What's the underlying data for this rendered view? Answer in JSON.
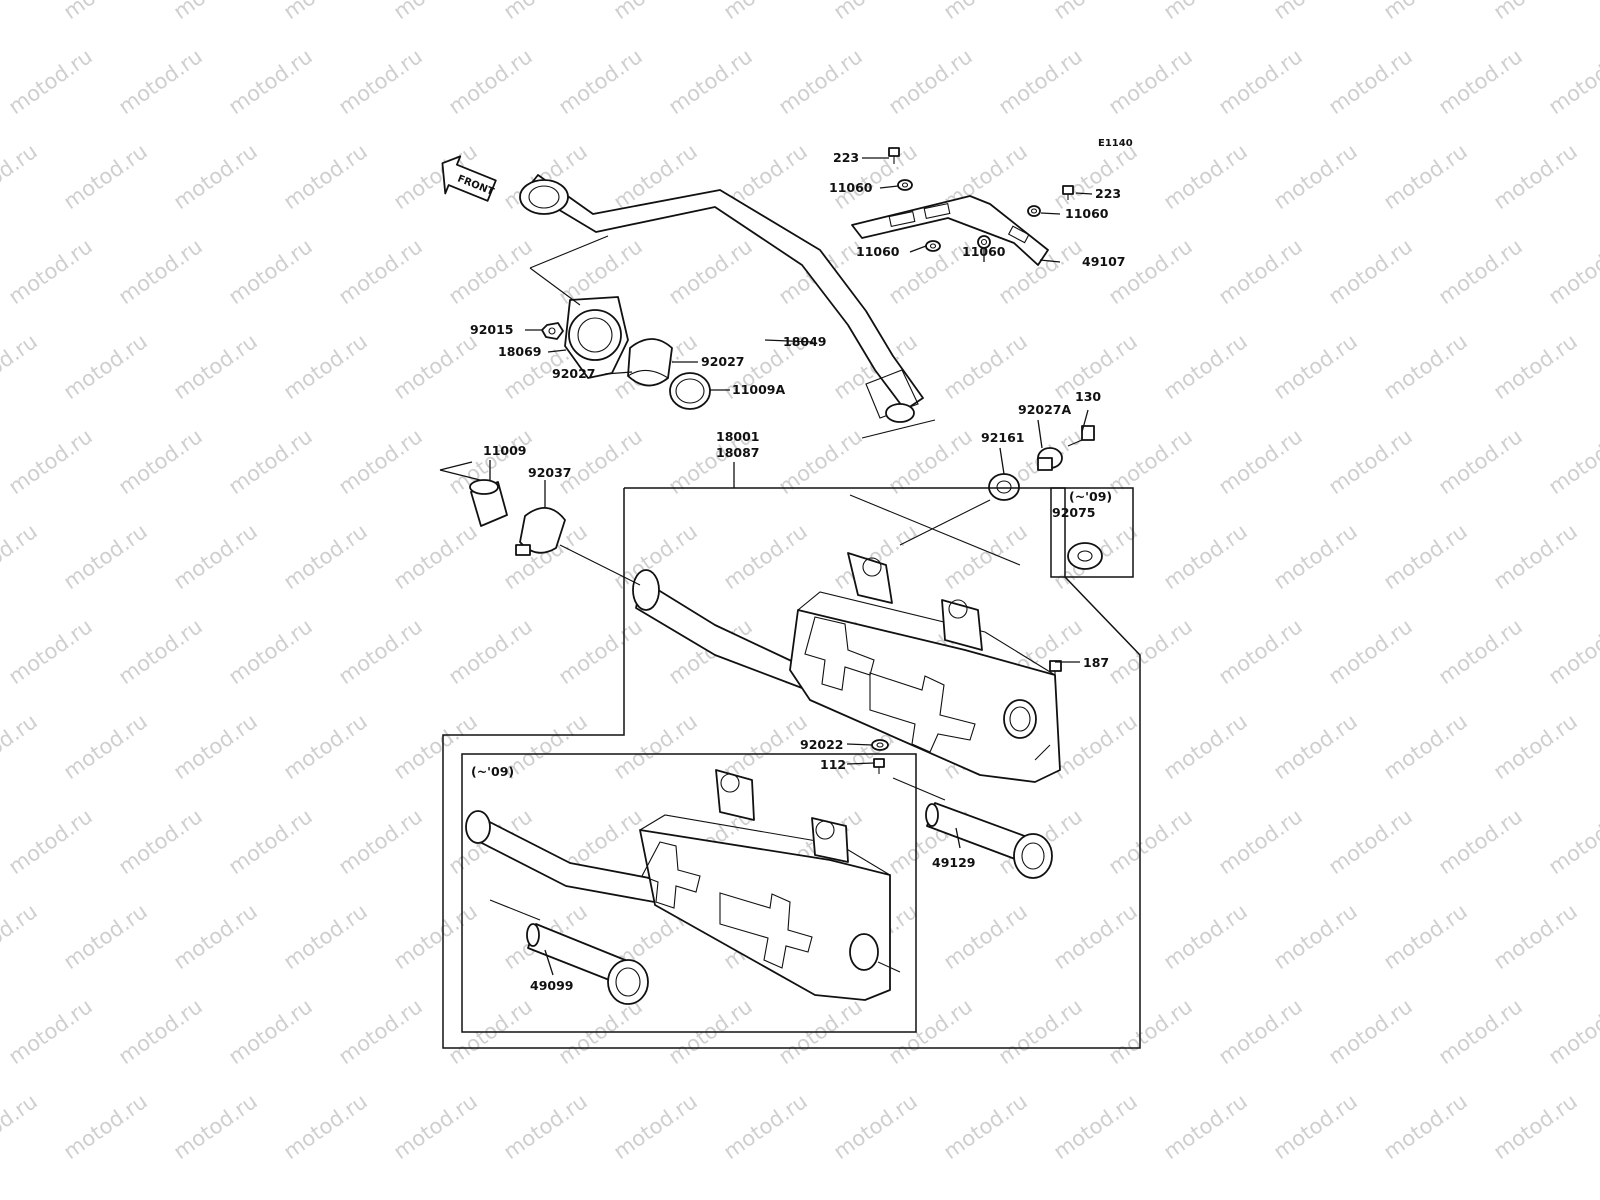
{
  "watermark": "motod.ru",
  "diagram_code": "E1140",
  "front_label": "FRONT",
  "callouts": {
    "bolt_223_top": "223",
    "washer_11060_a": "11060",
    "bolt_223_right": "223",
    "washer_11060_b": "11060",
    "washer_11060_c": "11060",
    "washer_11060_d": "11060",
    "guard_49107": "49107",
    "nut_92015": "92015",
    "flange_18069": "18069",
    "pipe_18049": "18049",
    "bush_92027_a": "92027",
    "bush_92027_b": "92027",
    "gasket_11009a": "11009A",
    "bolt_130": "130",
    "collar_92027a": "92027A",
    "grommet_92161": "92161",
    "muffler_18001": "18001",
    "muffler_18087": "18087",
    "gasket_11009": "11009",
    "clamp_92037": "92037",
    "year_note_right": "(~'09)",
    "grommet_92075": "92075",
    "bolt_187": "187",
    "washer_92022": "92022",
    "bolt_112": "112",
    "year_note_inset": "(~'09)",
    "spark_arrester_49129": "49129",
    "spark_arrester_49099": "49099"
  }
}
